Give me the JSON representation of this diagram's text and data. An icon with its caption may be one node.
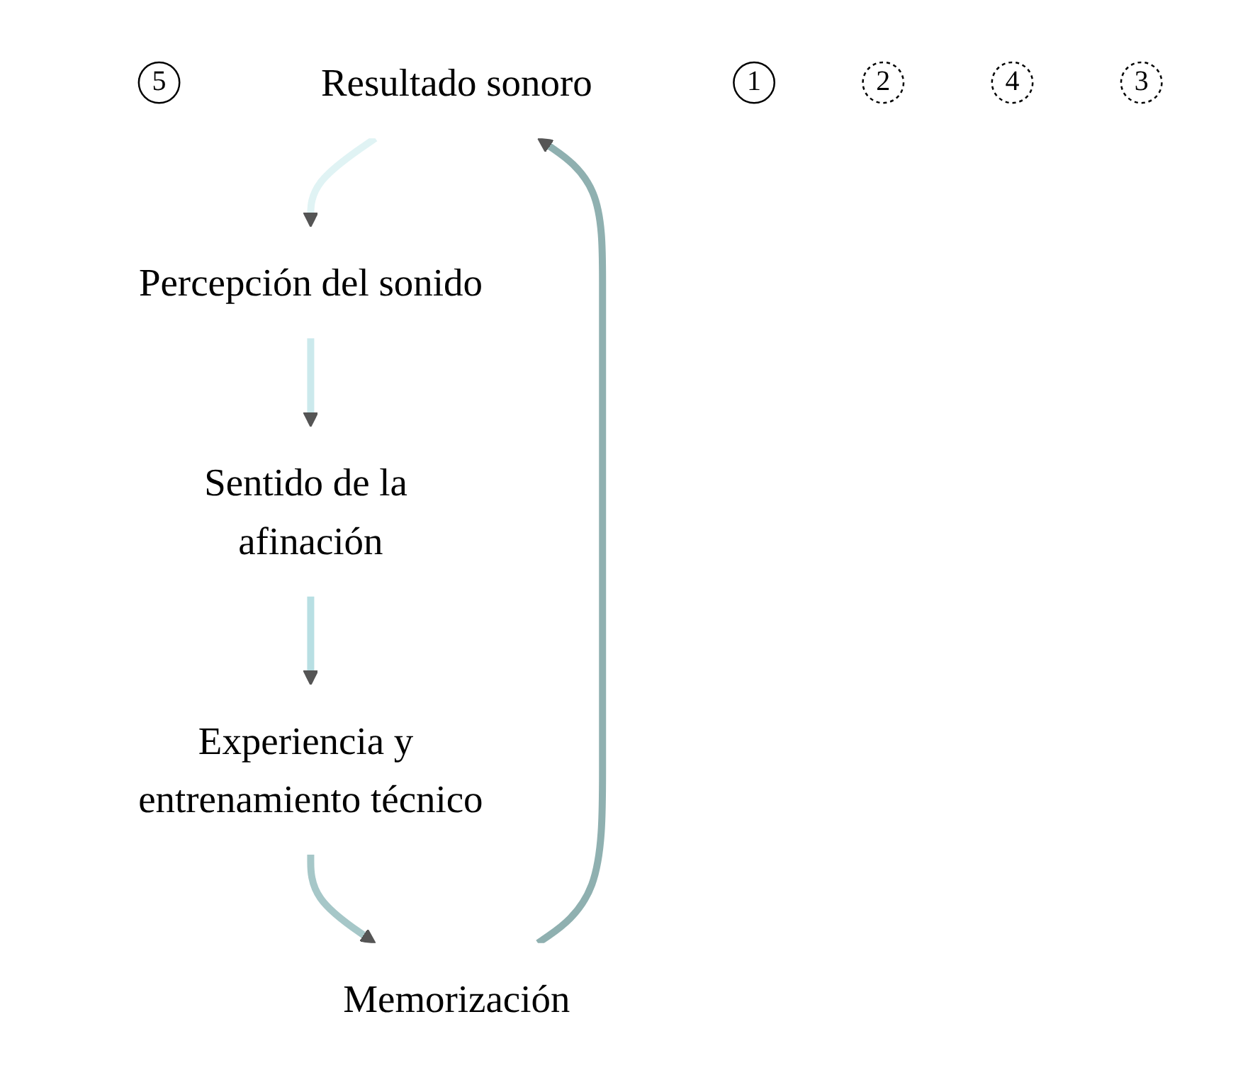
{
  "diagram": {
    "nodes": [
      {
        "text": [
          "5"
        ]
      },
      {
        "text": [
          "Resultado sonoro"
        ]
      },
      {
        "text": [
          "1"
        ]
      },
      {
        "text": [
          "Percepción del sonido"
        ]
      },
      {
        "text": [
          "Sentido de la afinación"
        ]
      },
      {
        "text": [
          "2"
        ]
      },
      {
        "text": [
          "4"
        ]
      },
      {
        "text": [
          "Memorización"
        ]
      },
      {
        "text": [
          "Experiencia y entrenamiento técnico"
        ]
      },
      {
        "text": [
          "3"
        ]
      }
    ],
    "edges": [
      {
        "from": 1,
        "to": 3,
        "arrow": "to",
        "color": "#e0f3f4"
      },
      {
        "from": 3,
        "to": 4,
        "arrow": "to",
        "color": "#cbe9ec"
      },
      {
        "from": 4,
        "to": 8,
        "arrow": "to",
        "color": "#b8dfe3"
      },
      {
        "from": 8,
        "to": 7,
        "arrow": "to",
        "color": "#a6c7c8"
      },
      {
        "from": 7,
        "to": 1,
        "arrow": "to",
        "color": "#8fb0b0"
      }
    ]
  }
}
